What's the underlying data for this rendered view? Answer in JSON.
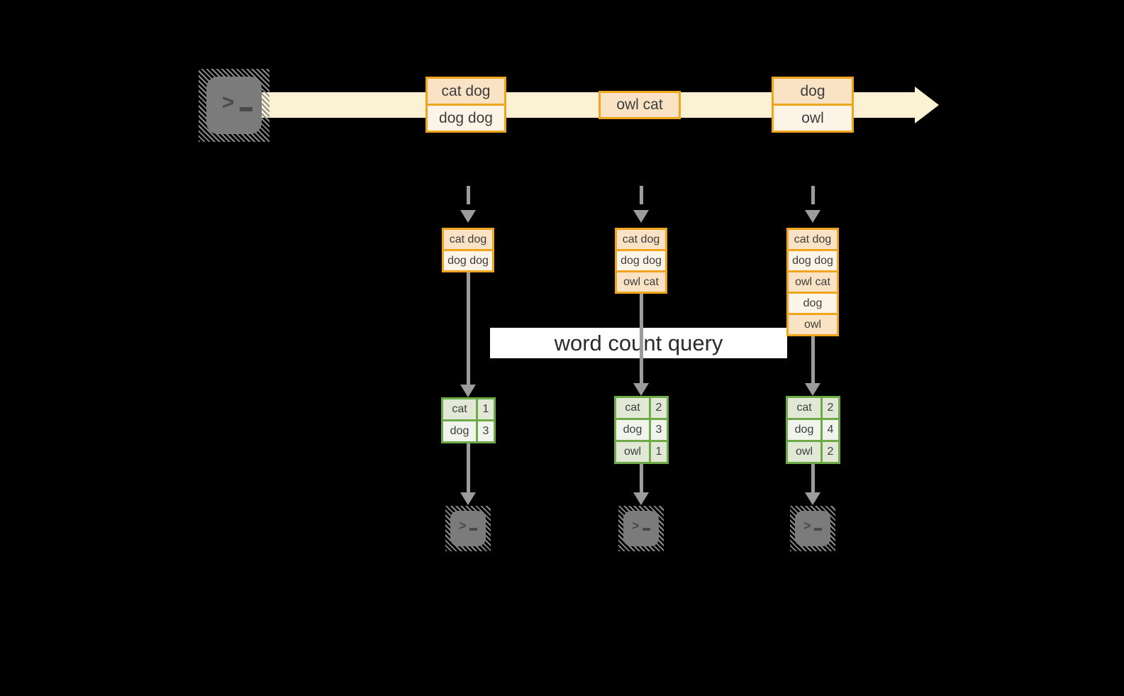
{
  "colors": {
    "background": "#000000",
    "stream_band": "#fbf2d3",
    "message_border": "#efa51e",
    "message_fill_dark": "#fae3c4",
    "message_fill_light": "#fdf4e8",
    "table_border": "#6faa49",
    "table_fill_dark": "#e1e9d6",
    "table_fill_light": "#f1f4ec",
    "arrow_gray": "#9c9c9c",
    "terminal_fill": "#7b7b7b",
    "terminal_glyph": "#4a4a4a",
    "diagram_text": "#3d3d3d",
    "banner_background": "#ffffff",
    "banner_text": "#2b2b2b"
  },
  "icons": {
    "terminal_prompt": ">"
  },
  "stream": {
    "message_groups": [
      {
        "lines": [
          "cat dog",
          "dog dog"
        ]
      },
      {
        "lines": [
          "owl cat"
        ]
      },
      {
        "lines": [
          "dog",
          "owl"
        ]
      }
    ]
  },
  "query_banner": {
    "label": "word count query"
  },
  "columns": [
    {
      "buffer": [
        "cat dog",
        "dog dog"
      ],
      "counts": [
        {
          "word": "cat",
          "count": "1"
        },
        {
          "word": "dog",
          "count": "3"
        }
      ]
    },
    {
      "buffer": [
        "cat dog",
        "dog dog",
        "owl cat"
      ],
      "counts": [
        {
          "word": "cat",
          "count": "2"
        },
        {
          "word": "dog",
          "count": "3"
        },
        {
          "word": "owl",
          "count": "1"
        }
      ]
    },
    {
      "buffer": [
        "cat dog",
        "dog dog",
        "owl cat",
        "dog",
        "owl"
      ],
      "counts": [
        {
          "word": "cat",
          "count": "2"
        },
        {
          "word": "dog",
          "count": "4"
        },
        {
          "word": "owl",
          "count": "2"
        }
      ]
    }
  ]
}
